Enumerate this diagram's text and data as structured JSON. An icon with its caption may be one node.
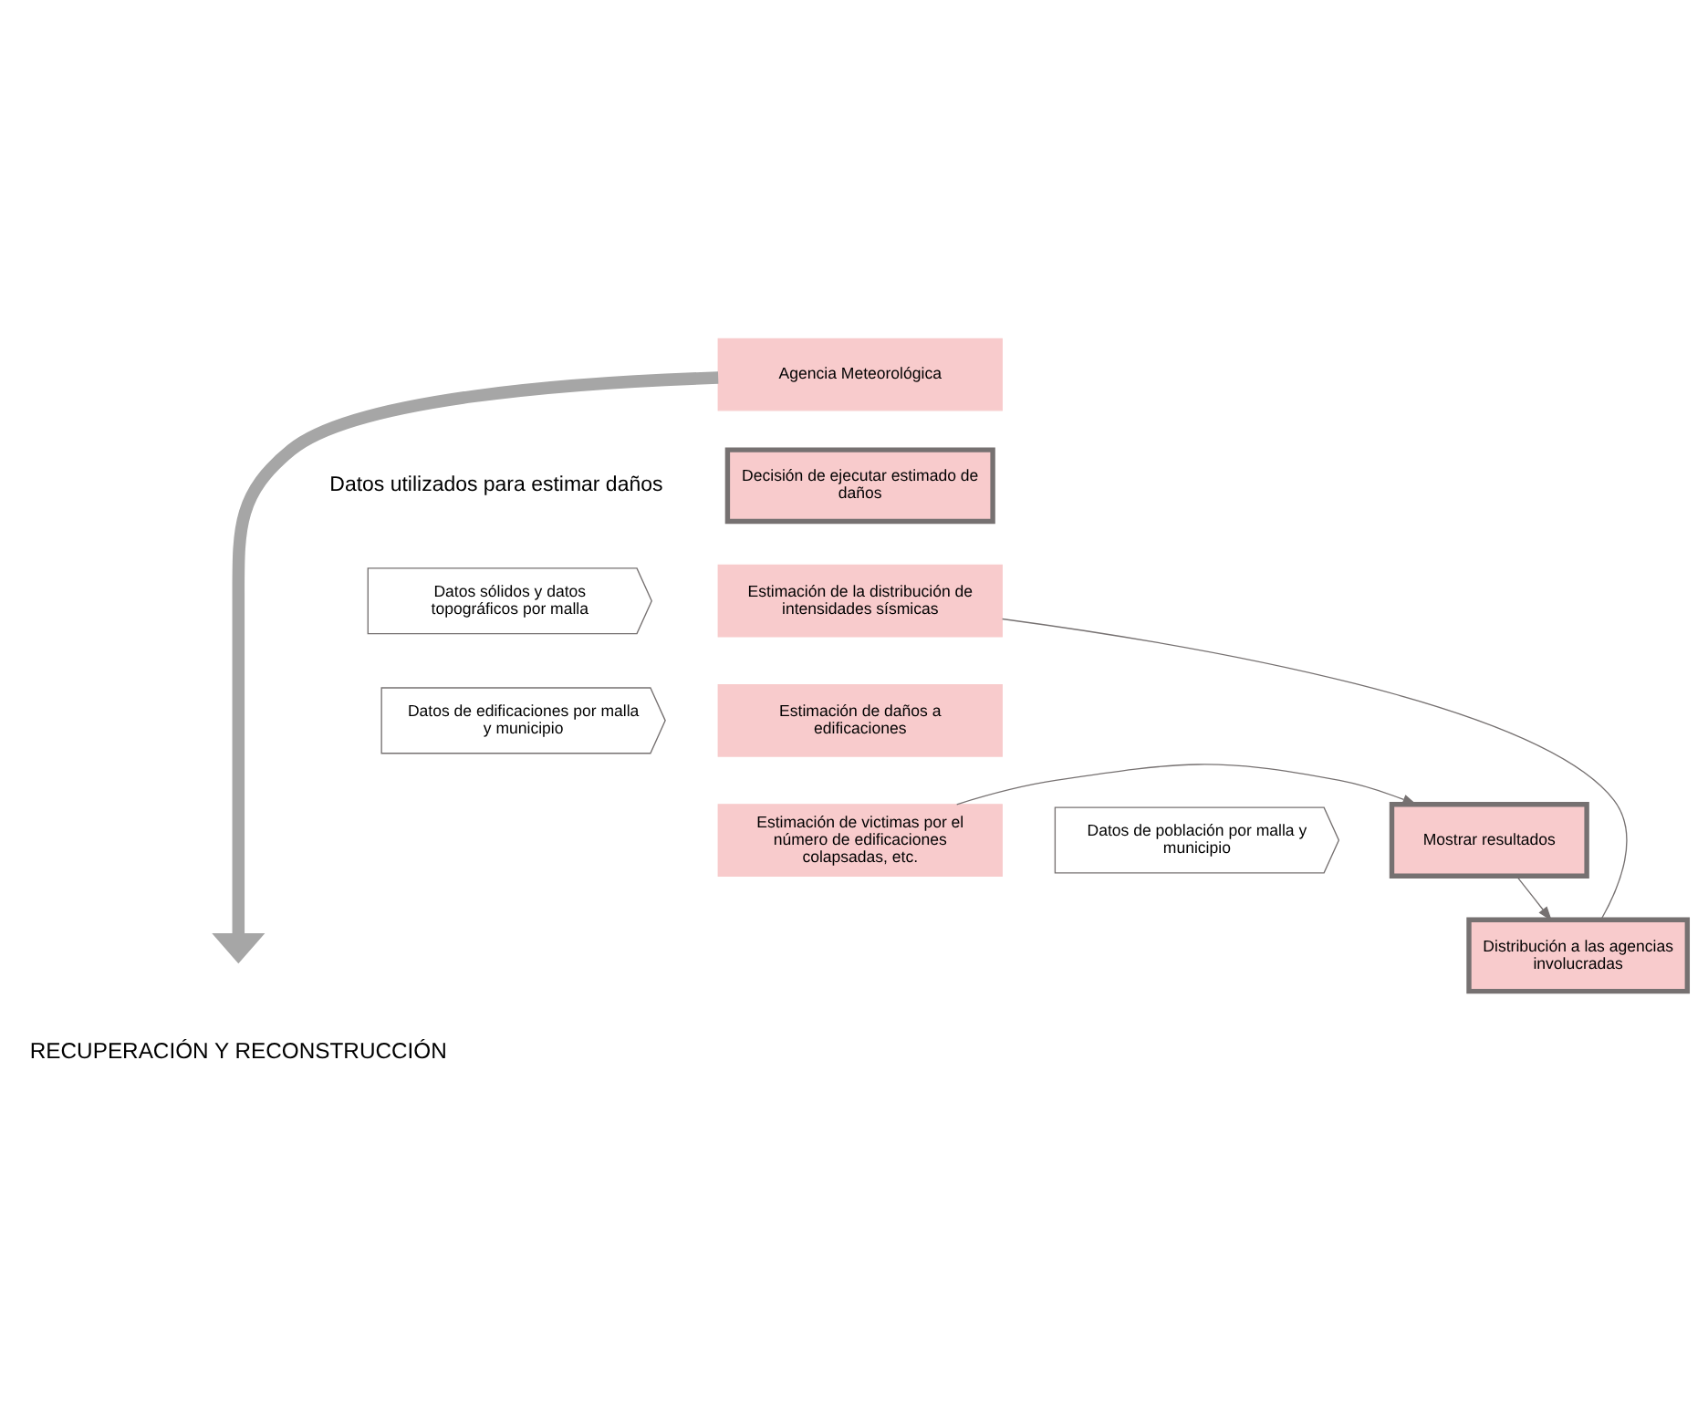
{
  "diagram": {
    "nodes": [
      {
        "text": [
          "Agencia Meteorológica"
        ]
      },
      {
        "text": [
          "Decisión de ejecutar estimado de daños"
        ]
      },
      {
        "text": [
          "Estimación de la distribución de intensidades sísmicas"
        ]
      },
      {
        "text": [
          "Estimación de daños a edificaciones"
        ]
      },
      {
        "text": [
          "Estimación de victimas por el número de edificaciones colapsadas, etc."
        ]
      },
      {
        "text": [
          "Mostrar resultados"
        ]
      },
      {
        "text": [
          "Distribución a las agencias involucradas"
        ]
      },
      {
        "text": [
          "Datos sólidos y datos topográficos por malla"
        ]
      },
      {
        "text": [
          "Datos de edificaciones por malla y municipio"
        ]
      },
      {
        "text": [
          "Datos de población por malla y municipio"
        ]
      }
    ],
    "edges": [
      {
        "from": 0,
        "to": null,
        "arrow": "to",
        "style": "thick",
        "color": "#a6a6a6"
      },
      {
        "from": 2,
        "to": 6,
        "arrow": "none"
      },
      {
        "from": 4,
        "to": 5,
        "arrow": "to"
      },
      {
        "from": 5,
        "to": 6,
        "arrow": "to"
      }
    ],
    "labels": [
      "Datos utilizados para estimar daños",
      "RECUPERACIÓN Y RECONSTRUCCIÓN"
    ]
  }
}
